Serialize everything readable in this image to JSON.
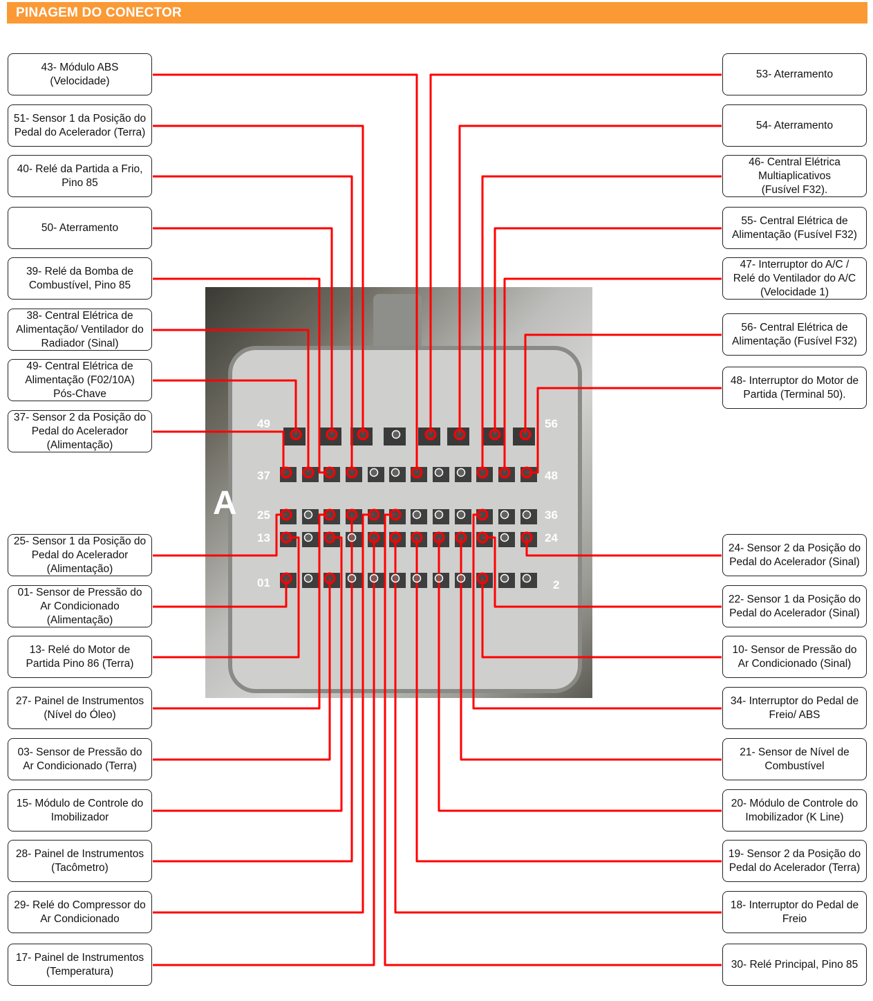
{
  "header": {
    "title": "PINAGEM DO CONECTOR"
  },
  "connector": {
    "letter": "A",
    "row_labels": [
      "49",
      "56",
      "37",
      "48",
      "25",
      "36",
      "13",
      "24",
      "01",
      "2"
    ]
  },
  "colors": {
    "header": "#fb9935",
    "wire": "#ff0000"
  },
  "left": [
    {
      "pin": 43,
      "label": "43- Módulo ABS\n(Velocidade)"
    },
    {
      "pin": 51,
      "label": "51- Sensor 1 da Posição do\nPedal do Acelerador (Terra)"
    },
    {
      "pin": 40,
      "label": "40- Relé da Partida a Frio,\nPino 85"
    },
    {
      "pin": 50,
      "label": "50- Aterramento"
    },
    {
      "pin": 39,
      "label": "39- Relé da Bomba de\nCombustível, Pino 85"
    },
    {
      "pin": 38,
      "label": "38- Central Elétrica de\nAlimentação/ Ventilador do\nRadiador (Sinal)"
    },
    {
      "pin": 49,
      "label": "49- Central Elétrica de\nAlimentação (F02/10A)\nPós-Chave"
    },
    {
      "pin": 37,
      "label": "37- Sensor 2 da Posição do\nPedal do Acelerador\n(Alimentação)"
    },
    {
      "pin": 25,
      "label": "25- Sensor 1 da Posição do\nPedal do Acelerador\n(Alimentação)"
    },
    {
      "pin": 1,
      "label": "01- Sensor de Pressão do\nAr Condicionado\n(Alimentação)"
    },
    {
      "pin": 13,
      "label": "13- Relé do Motor de\nPartida Pino 86 (Terra)"
    },
    {
      "pin": 27,
      "label": "27- Painel de Instrumentos\n(Nível do Óleo)"
    },
    {
      "pin": 3,
      "label": "03- Sensor de Pressão do\nAr Condicionado (Terra)"
    },
    {
      "pin": 15,
      "label": "15- Módulo de Controle do\nImobilizador"
    },
    {
      "pin": 28,
      "label": "28- Painel de Instrumentos\n(Tacômetro)"
    },
    {
      "pin": 29,
      "label": "29- Relé do Compressor do\nAr Condicionado"
    },
    {
      "pin": 17,
      "label": "17- Painel de Instrumentos\n(Temperatura)"
    }
  ],
  "right": [
    {
      "pin": 53,
      "label": "53- Aterramento"
    },
    {
      "pin": 54,
      "label": "54- Aterramento"
    },
    {
      "pin": 46,
      "label": "46- Central Elétrica\nMultiaplicativos\n(Fusível F32)."
    },
    {
      "pin": 55,
      "label": "55- Central Elétrica de\nAlimentação (Fusível F32)"
    },
    {
      "pin": 47,
      "label": "47- Interruptor do A/C /\nRelé do Ventilador do A/C\n(Velocidade 1)"
    },
    {
      "pin": 56,
      "label": "56- Central Elétrica de\nAlimentação (Fusível F32)"
    },
    {
      "pin": 48,
      "label": "48- Interruptor do Motor de\nPartida (Terminal 50)."
    },
    {
      "pin": 24,
      "label": "24- Sensor 2 da Posição do\nPedal do Acelerador (Sinal)"
    },
    {
      "pin": 22,
      "label": "22- Sensor 1 da Posição do\nPedal do Acelerador (Sinal)"
    },
    {
      "pin": 10,
      "label": "10- Sensor de Pressão do\nAr Condicionado (Sinal)"
    },
    {
      "pin": 34,
      "label": "34- Interruptor do Pedal de\nFreio/ ABS"
    },
    {
      "pin": 21,
      "label": "21- Sensor de Nível de\nCombustível"
    },
    {
      "pin": 20,
      "label": "20- Módulo de Controle do\nImobilizador (K Line)"
    },
    {
      "pin": 19,
      "label": "19- Sensor 2 da Posição do\nPedal do Acelerador (Terra)"
    },
    {
      "pin": 18,
      "label": "18- Interruptor do Pedal de\nFreio"
    },
    {
      "pin": 30,
      "label": "30- Relé Principal, Pino 85"
    }
  ]
}
